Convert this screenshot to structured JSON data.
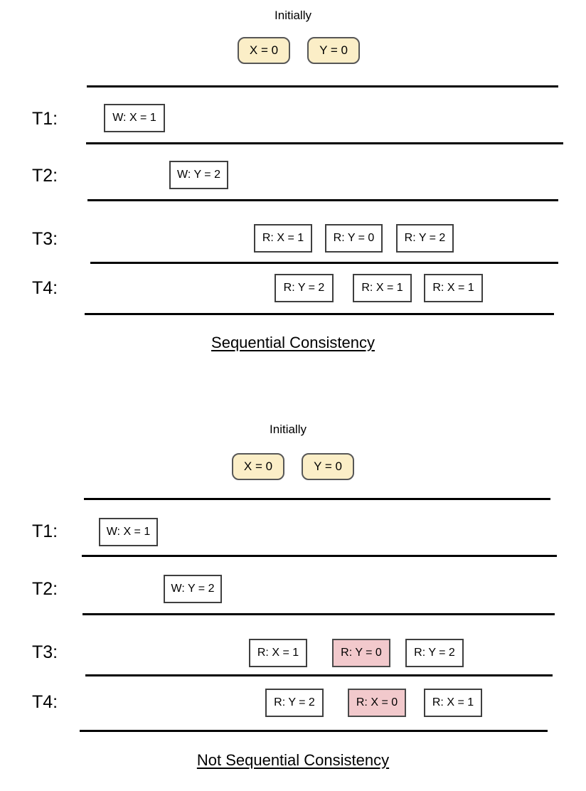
{
  "diagram": {
    "title_top": "Initially",
    "sections": [
      {
        "id": "sequential-consistency",
        "initially_label": "Initially",
        "initial_values": [
          {
            "label": "X = 0"
          },
          {
            "label": "Y = 0"
          }
        ],
        "threads": [
          {
            "name": "T1:",
            "ops": [
              {
                "label": "W: X = 1",
                "highlight": false
              }
            ]
          },
          {
            "name": "T2:",
            "ops": [
              {
                "label": "W: Y = 2",
                "highlight": false
              }
            ]
          },
          {
            "name": "T3:",
            "ops": [
              {
                "label": "R: X = 1",
                "highlight": false
              },
              {
                "label": "R: Y = 0",
                "highlight": false
              },
              {
                "label": "R: Y = 2",
                "highlight": false
              }
            ]
          },
          {
            "name": "T4:",
            "ops": [
              {
                "label": "R: Y = 2",
                "highlight": false
              },
              {
                "label": "R: X = 1",
                "highlight": false
              },
              {
                "label": "R: X = 1",
                "highlight": false
              }
            ]
          }
        ],
        "caption": "Sequential Consistency"
      },
      {
        "id": "not-sequential-consistency",
        "initially_label": "Initially",
        "initial_values": [
          {
            "label": "X = 0"
          },
          {
            "label": "Y = 0"
          }
        ],
        "threads": [
          {
            "name": "T1:",
            "ops": [
              {
                "label": "W: X = 1",
                "highlight": false
              }
            ]
          },
          {
            "name": "T2:",
            "ops": [
              {
                "label": "W: Y = 2",
                "highlight": false
              }
            ]
          },
          {
            "name": "T3:",
            "ops": [
              {
                "label": "R: X = 1",
                "highlight": false
              },
              {
                "label": "R: Y = 0",
                "highlight": true
              },
              {
                "label": "R: Y = 2",
                "highlight": false
              }
            ]
          },
          {
            "name": "T4:",
            "ops": [
              {
                "label": "R: Y = 2",
                "highlight": false
              },
              {
                "label": "R: X = 0",
                "highlight": true
              },
              {
                "label": "R: X = 1",
                "highlight": false
              }
            ]
          }
        ],
        "caption": "Not Sequential Consistency"
      }
    ],
    "colors": {
      "initial_pill_fill": "#fbeec7",
      "initial_pill_border": "#575757",
      "op_box_border": "#3f3f3f",
      "op_box_fill": "#ffffff",
      "violation_fill": "#f2c9cc",
      "rule_line": "#000000",
      "text": "#000000"
    }
  }
}
